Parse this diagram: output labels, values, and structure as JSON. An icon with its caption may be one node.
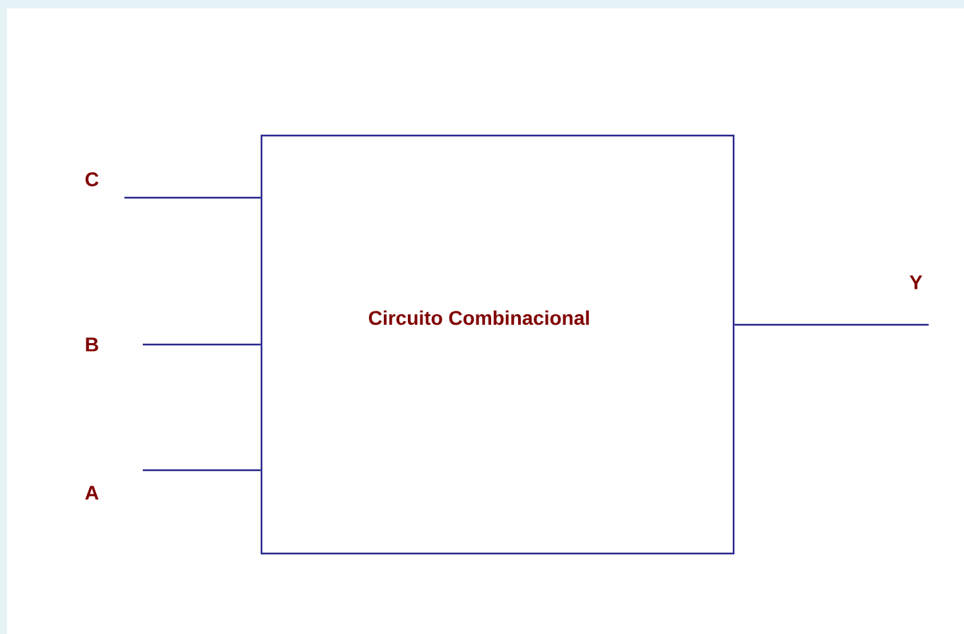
{
  "diagram": {
    "nodes": [
      {
        "text": [
          "Circuito Combinacional"
        ]
      },
      {
        "text": [
          "C"
        ]
      },
      {
        "text": [
          "B"
        ]
      },
      {
        "text": [
          "A"
        ]
      },
      {
        "text": [
          "Y"
        ]
      }
    ],
    "edges": [
      {
        "from": 1,
        "to": 0,
        "arrow": "none"
      },
      {
        "from": 2,
        "to": 0,
        "arrow": "none"
      },
      {
        "from": 3,
        "to": 0,
        "arrow": "none"
      },
      {
        "from": 0,
        "to": 4,
        "arrow": "none"
      }
    ]
  }
}
